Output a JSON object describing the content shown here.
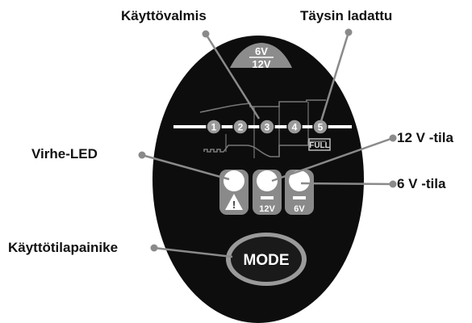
{
  "labels": {
    "ready": "Käyttövalmis",
    "full_charge": "Täysin ladattu",
    "mode_12v": "12 V -tila",
    "error_led": "Virhe-LED",
    "mode_6v": "6 V -tila",
    "mode_button_label": "Käyttötilapainike"
  },
  "panel": {
    "voltage_top": "6V",
    "voltage_bottom": "12V",
    "stages": [
      "1",
      "2",
      "3",
      "4",
      "5"
    ],
    "full_badge": "FULL",
    "led_12v_label": "12V",
    "led_6v_label": "6V",
    "warning_symbol": "!",
    "mode_button": "MODE"
  },
  "colors": {
    "panel": "#0d0d0d",
    "callout_line": "#8a8a8a",
    "badge": "#8c8c8c",
    "stage_circle": "#9a9a9a"
  }
}
